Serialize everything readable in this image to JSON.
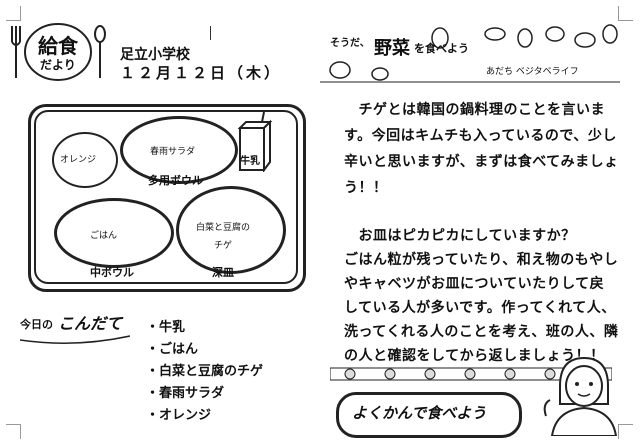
{
  "header_left": {
    "badge_title": "給食",
    "badge_sub": "だより",
    "school": "足立小学校",
    "date": "１２月１２日（木）"
  },
  "tray": {
    "orange_label": "オレンジ",
    "salad_label": "春雨サラダ",
    "milk_label": "牛乳",
    "multi_bowl_label": "多用ボウル",
    "rice_label": "ごはん",
    "mid_bowl_label": "中ボウル",
    "chige_label_1": "白菜と豆腐の",
    "chige_label_2": "チゲ",
    "deep_plate_label": "深皿"
  },
  "menu": {
    "title_1": "今日の",
    "title_2": "こんだて",
    "items": [
      "・牛乳",
      "・ごはん",
      "・白菜と豆腐のチゲ",
      "・春雨サラダ",
      "・オレンジ"
    ]
  },
  "header_right": {
    "prefix": "そうだ、",
    "main": "野菜",
    "suffix": "を食べよう",
    "sub": "あだち ベジタベライフ"
  },
  "article": {
    "para1": [
      "　チゲとは韓国の鍋料理のことを言いま",
      "す。今回はキムチも入っているので、少し",
      "辛いと思いますが、まずは食べてみましょ",
      "う！！"
    ],
    "para2": [
      "　お皿はピカピカにしていますか？",
      "ごはん粒が残っていたり、和え物のもやし",
      "やキャベツがお皿についていたりして戻",
      "している人が多いです。作ってくれて人、",
      "洗ってくれる人のことを考え、班の人、隣",
      "の人と確認をしてから返しましょう！！"
    ]
  },
  "slogan": "よくかんで食べよう"
}
